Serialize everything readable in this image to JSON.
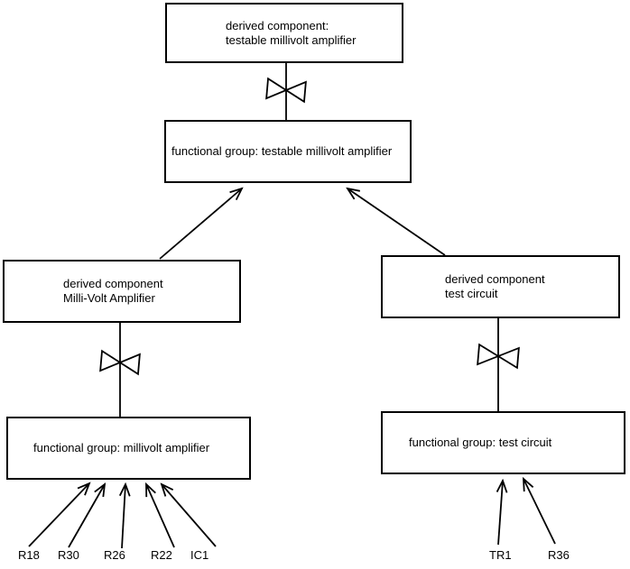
{
  "colors": {
    "background": "#ffffff",
    "line": "#000000",
    "text": "#000000"
  },
  "boxes": {
    "derived_testable": {
      "line1": "derived component:",
      "line2": "testable millivolt amplifier"
    },
    "functional_testable": {
      "label": "functional group: testable millivolt amplifier"
    },
    "derived_millivolt": {
      "line1": "derived component",
      "line2": "Milli-Volt Amplifier"
    },
    "functional_millivolt": {
      "label": "functional group: millivolt amplifier"
    },
    "derived_test": {
      "line1": "derived component",
      "line2": "test circuit"
    },
    "functional_test": {
      "label": "functional group: test circuit"
    }
  },
  "components": {
    "millivolt": [
      "R18",
      "R30",
      "R26",
      "R22",
      "IC1"
    ],
    "test": [
      "TR1",
      "R36"
    ]
  }
}
